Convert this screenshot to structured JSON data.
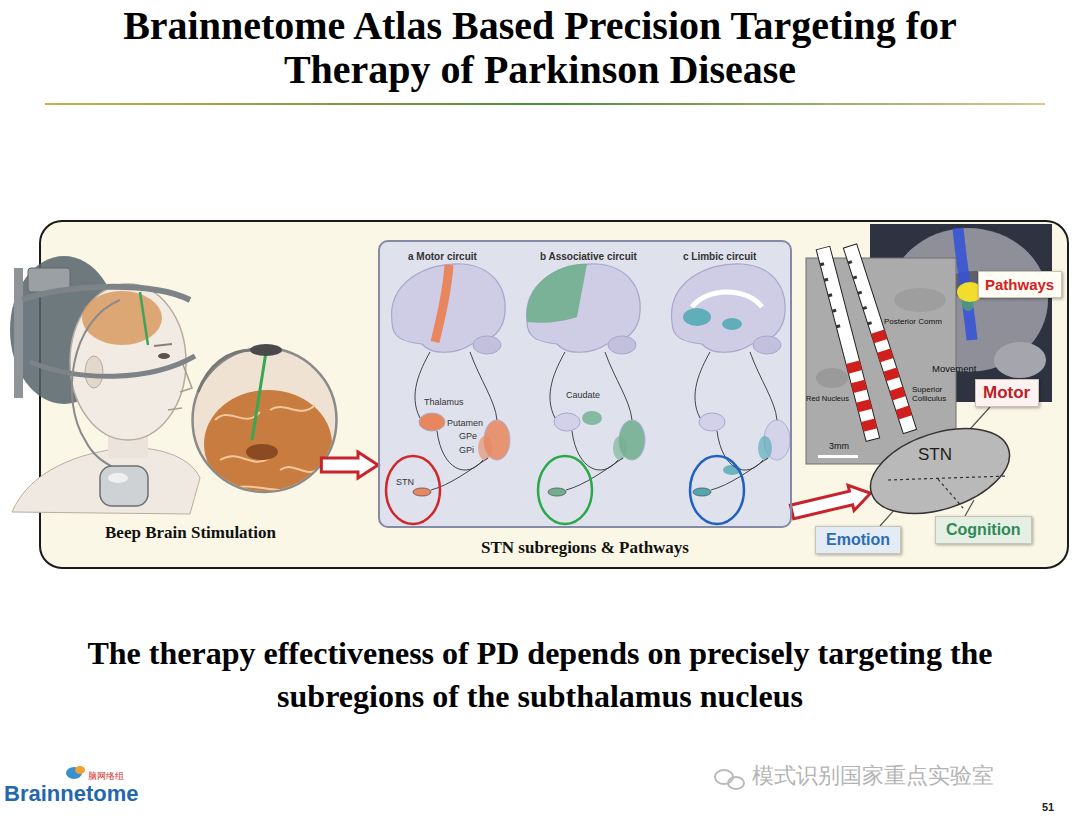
{
  "diagram": {
    "title": "Brainnetome Atlas Based Precision Targeting for Therapy of Parkinson Disease",
    "caption": "The therapy effectiveness of PD depends on precisely targeting the subregions of the subthalamus nucleus",
    "nodes": [
      {
        "text": [
          "Beep Brain Stimulation"
        ]
      },
      {
        "text": [
          "STN subregions & Pathways"
        ]
      },
      {
        "text": [
          "Pathways"
        ]
      },
      {
        "text": [
          "Motor"
        ]
      },
      {
        "text": [
          "STN"
        ]
      },
      {
        "text": [
          "Emotion"
        ]
      },
      {
        "text": [
          "Cognition"
        ]
      }
    ],
    "edges": [
      {
        "from": 0,
        "to": 1,
        "arrow": "to"
      },
      {
        "from": 1,
        "to": 4,
        "arrow": "to"
      }
    ],
    "labels": [
      "a Motor circuit",
      "b Associative circuit",
      "c Limbic circuit",
      "Thalamus",
      "Putamen",
      "GPe",
      "GPi",
      "STN",
      "Caudate",
      "Posterior Comm",
      "Movement",
      "Red Nucleus",
      "Superior Colliculus",
      "3mm",
      "模式识别国家重点实验室",
      "51",
      "脑网络组",
      "Brainnetome"
    ]
  }
}
